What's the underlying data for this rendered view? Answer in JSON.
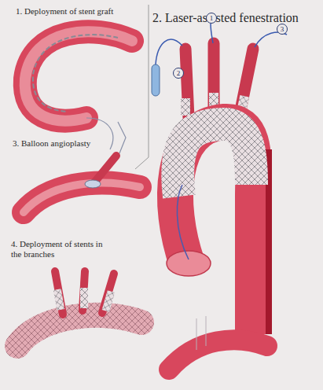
{
  "diagram": {
    "labels": [
      "1. Deployment of stent graft",
      "2. Laser-assisted fenestration",
      "2",
      "1",
      "3",
      "3. Balloon angioplasty",
      "4. Deployment of stents in the branches"
    ]
  }
}
